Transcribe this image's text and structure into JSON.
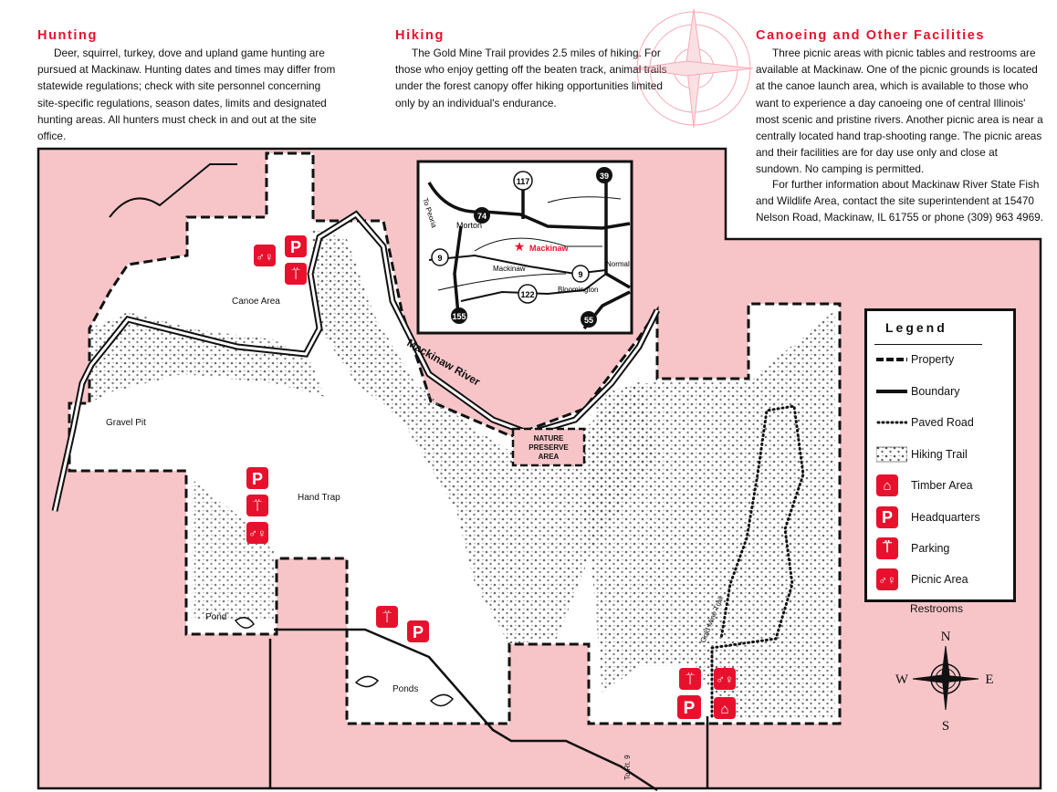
{
  "colors": {
    "accent": "#e8112d",
    "land": "#f7c5c8",
    "water": "#111111"
  },
  "hunting": {
    "title": "Hunting",
    "body": "Deer, squirrel, turkey, dove and upland game hunting are pursued at Mackinaw. Hunting dates and times may differ from statewide regulations; check with site personnel concerning site-specific regulations, season dates, limits and designated hunting areas. All hunters must check in and out at the site office."
  },
  "hiking": {
    "title": "Hiking",
    "body": "The Gold Mine Trail provides 2.5 miles of hiking. For those who enjoy getting off the beaten track, animal trails under the forest canopy offer hiking opportunities limited only by an individual's endurance."
  },
  "canoeing": {
    "title": "Canoeing and Other Facilities",
    "body1": "Three picnic areas with picnic tables and restrooms are available at Mackinaw. One of the picnic grounds is located at the canoe launch area, which is available to those who want to experience a day canoeing one of central Illinois' most scenic and pristine rivers. Another picnic area is near a centrally located hand trap-shooting range. The picnic areas and their facilities are for day use only and close at sundown. No camping is permitted.",
    "body2": "For further information about Mackinaw River State Fish and Wildlife Area, contact the site superintendent at 15470 Nelson Road, Mackinaw, IL 61755 or phone (309) 963 4969."
  },
  "map_labels": {
    "canoe_area": "Canoe Area",
    "gravel_pit": "Gravel Pit",
    "hand_trap": "Hand Trap",
    "pond": "Pond",
    "ponds": "Ponds",
    "mackinaw_river": "Mackinaw River",
    "nature_preserve": [
      "NATURE",
      "PRESERVE",
      "AREA"
    ],
    "gold_mine_trail": "Gold Mine Trail",
    "to_rt9": "To Rt. 9"
  },
  "inset": {
    "to_peoria": "To Peoria",
    "morton": "Morton",
    "mackinaw_star": "Mackinaw",
    "mackinaw_town": "Mackinaw",
    "bloomington": "Bloomington",
    "normal": "Normal",
    "routes": [
      "117",
      "39",
      "74",
      "9",
      "9",
      "122",
      "155",
      "55"
    ]
  },
  "legend": {
    "title": "Legend",
    "items": [
      {
        "label": "Property",
        "symbol": "dashed-line"
      },
      {
        "label": "Boundary",
        "symbol": "solid-line"
      },
      {
        "label": "Paved Road",
        "symbol": "dotted-line"
      },
      {
        "label": "Hiking Trail",
        "symbol": "stipple"
      },
      {
        "label": "Timber Area",
        "symbol": "timber-icon"
      },
      {
        "label": "Headquarters",
        "symbol": "parking-p-icon"
      },
      {
        "label": "Parking",
        "symbol": "picnic-table-icon"
      },
      {
        "label": "Picnic Area",
        "symbol": "restroom-icon"
      }
    ],
    "overflow_label": "Restrooms"
  },
  "compass": {
    "n": "N",
    "s": "S",
    "e": "E",
    "w": "W"
  },
  "icon_glyphs": {
    "parking": "P",
    "picnic": "⍡",
    "restroom": "♂♀",
    "timber": "⌂"
  }
}
